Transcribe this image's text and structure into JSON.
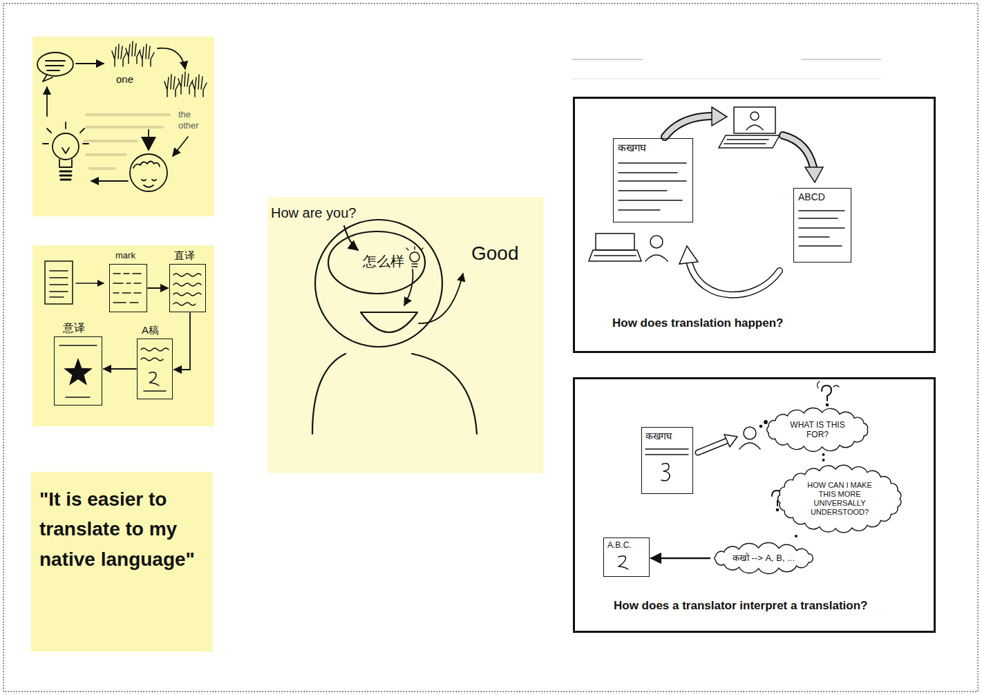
{
  "diagram": {
    "nodes": [
      {
        "text": [
          "one",
          "the other"
        ]
      },
      {
        "text": []
      },
      {
        "text": [
          "mark"
        ],
        "in": 1
      },
      {
        "text": [
          "直译"
        ],
        "in": 1
      },
      {
        "text": [
          "A稿"
        ],
        "in": 1
      },
      {
        "text": [
          "意译"
        ],
        "in": 1
      },
      {
        "text": [
          "\"It is easier to translate to my native language\""
        ]
      },
      {
        "text": [
          "How are you?",
          "怎么样",
          "Good"
        ]
      },
      {
        "text": [
          "How does translation happen?"
        ]
      },
      {
        "text": [
          "कखगघ"
        ],
        "in": 8
      },
      {
        "text": [
          "ABCD"
        ],
        "in": 8
      },
      {
        "text": [
          "How does a translator interpret a translation?"
        ]
      },
      {
        "text": [
          "कखगघ"
        ],
        "in": 11
      },
      {
        "text": [
          "WHAT IS THIS FOR?"
        ],
        "in": 11
      },
      {
        "text": [
          "HOW CAN I MAKE THIS MORE UNIVERSALLY UNDERSTOOD?"
        ],
        "in": 11
      },
      {
        "text": [
          "कखो --> A, B, ..."
        ],
        "in": 11
      },
      {
        "text": [
          "A.B.C."
        ],
        "in": 11
      }
    ],
    "edges": [
      {
        "from": 2,
        "to": 3,
        "arrow": "to"
      },
      {
        "from": 3,
        "to": 4,
        "arrow": "to"
      },
      {
        "from": 4,
        "to": 5,
        "arrow": "to"
      },
      {
        "from": 13,
        "to": 14,
        "arrow": "none"
      },
      {
        "from": 14,
        "to": 15,
        "arrow": "none"
      },
      {
        "from": 15,
        "to": 16,
        "arrow": "to"
      }
    ]
  }
}
